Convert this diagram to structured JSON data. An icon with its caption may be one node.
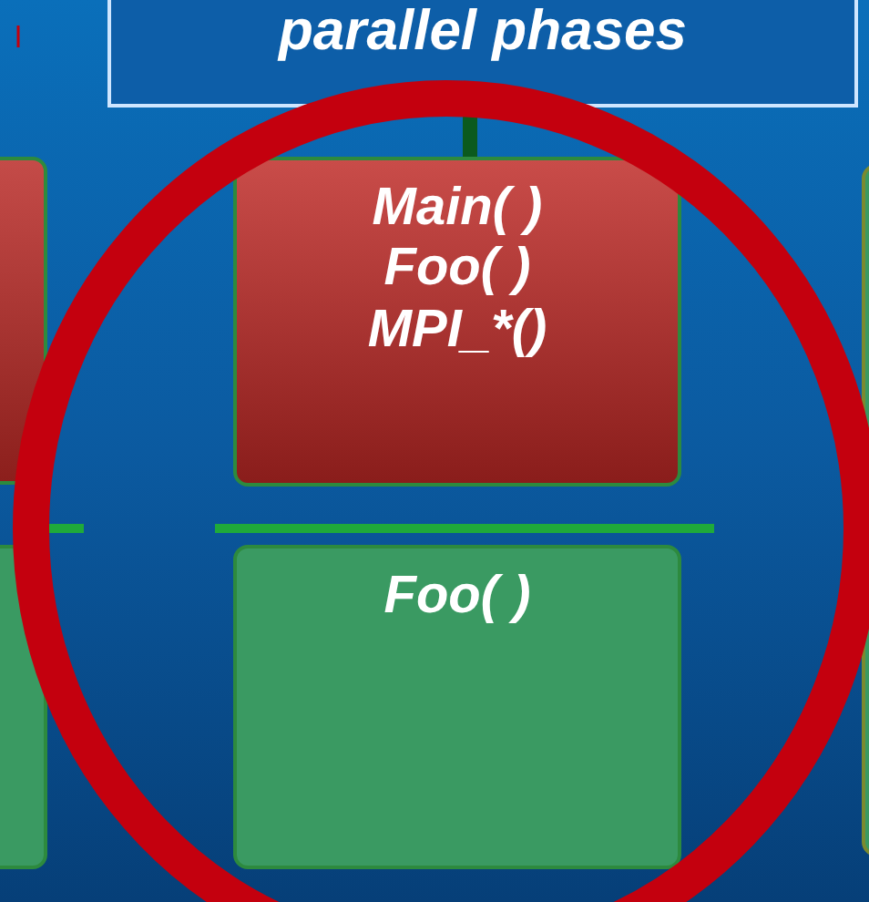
{
  "diagram": {
    "nodes": [
      {
        "text": [
          "parallel phases"
        ]
      },
      {
        "text": [],
        "shape": "box"
      },
      {
        "text": [
          "Main( ) Foo( ) MPI_*()"
        ]
      },
      {
        "text": [],
        "shape": "box"
      },
      {
        "text": [],
        "shape": "box"
      },
      {
        "text": [
          "Foo( )"
        ]
      }
    ],
    "edges": [
      {
        "from": 0,
        "to": 2,
        "arrow": "none"
      }
    ]
  }
}
